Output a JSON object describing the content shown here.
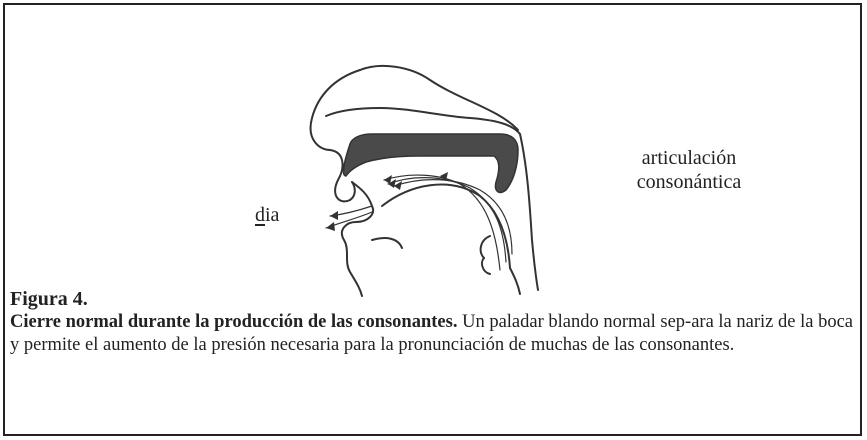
{
  "diagram": {
    "labels": {
      "articulation_line1": "articulación",
      "articulation_line2": "consonántica",
      "sound_underlined": "d",
      "sound_rest": "ia"
    }
  },
  "caption": {
    "figure_label": "Figura 4.",
    "bold_lead": "Cierre normal durante la producción de las consonantes.",
    "body_text": " Un paladar blando normal sep-ara la nariz de la  boca y permite el aumento de la presión necesaria para la pronunciación de muchas de las consonantes."
  }
}
